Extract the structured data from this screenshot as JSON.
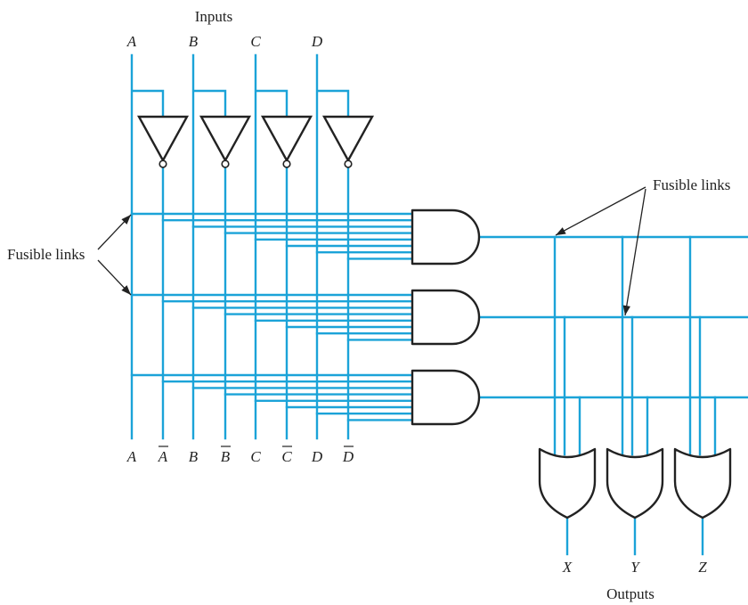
{
  "labels": {
    "inputs": "Inputs",
    "outputs": "Outputs",
    "fusible_left": "Fusible links",
    "fusible_right": "Fusible links"
  },
  "inputs": [
    "A",
    "B",
    "C",
    "D"
  ],
  "bus_lines": [
    {
      "text": "A",
      "bar": false
    },
    {
      "text": "A",
      "bar": true
    },
    {
      "text": "B",
      "bar": false
    },
    {
      "text": "B",
      "bar": true
    },
    {
      "text": "C",
      "bar": false
    },
    {
      "text": "C",
      "bar": true
    },
    {
      "text": "D",
      "bar": false
    },
    {
      "text": "D",
      "bar": true
    }
  ],
  "outputs": [
    "X",
    "Y",
    "Z"
  ],
  "colors": {
    "wire": "#1BA3D8",
    "gate": "#222222",
    "text": "#222222"
  }
}
